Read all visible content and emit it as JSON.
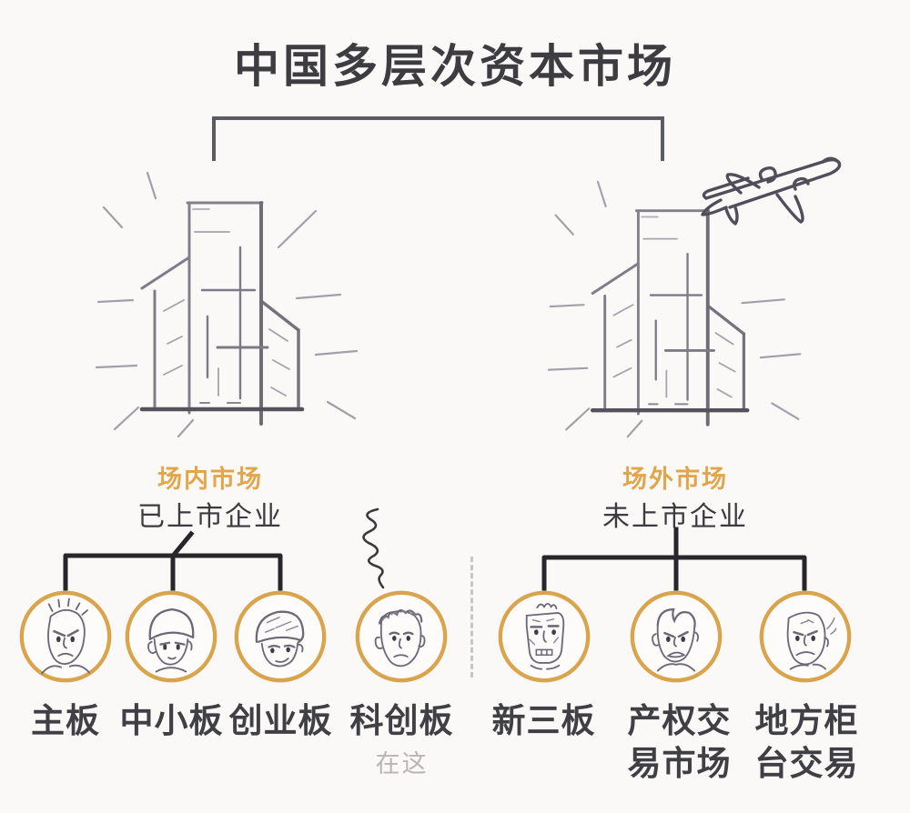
{
  "title": "中国多层次资本市场",
  "left_group": {
    "market_label": "场内市场",
    "subtitle": "已上市企业",
    "boards": [
      {
        "label": "主板"
      },
      {
        "label": "中小板"
      },
      {
        "label": "创业板"
      }
    ]
  },
  "sci_board": {
    "label": "科创板",
    "note": "在这"
  },
  "right_group": {
    "market_label": "场外市场",
    "subtitle": "未上市企业",
    "boards": [
      {
        "label": "新三板"
      },
      {
        "label": "产权交易市场"
      },
      {
        "label": "地方柜台交易"
      }
    ]
  },
  "colors": {
    "accent_orange": "#E2A54A",
    "ink_dark": "#3B3B40",
    "tree_line": "#26262B",
    "bracket_line": "#5B5B62",
    "ring_gold": "#D9A44C",
    "note_gray": "#B9B5B1",
    "sketch_gray": "#8B8893"
  },
  "icons": {
    "left_building": "office-tower-sketch",
    "right_building": "office-tower-sketch",
    "plane": "airplane-sketch",
    "squiggle": "curly-pointer-line",
    "divider": "dashed-divider",
    "faces": [
      "angry-man-face",
      "capped-boy-face",
      "beanie-kid-face",
      "messy-hair-worried-face",
      "old-man-face",
      "scowling-man-face",
      "bald-grumpy-face"
    ]
  }
}
